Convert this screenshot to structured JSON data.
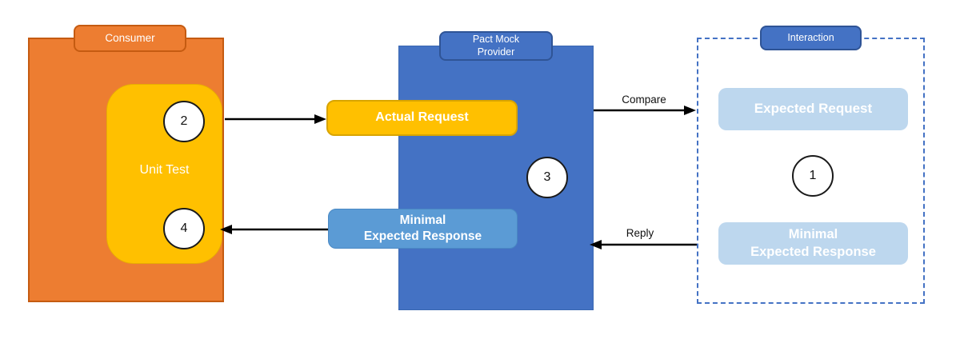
{
  "diagram": {
    "consumer": {
      "tab_label": "Consumer",
      "unit_test_label": "Unit Test",
      "step_top": "2",
      "step_bottom": "4"
    },
    "pact_mock_provider": {
      "tab_label_line1": "Pact Mock",
      "tab_label_line2": "Provider",
      "actual_request_label": "Actual Request",
      "minimal_expected_response_line1": "Minimal",
      "minimal_expected_response_line2": "Expected Response",
      "step": "3"
    },
    "interaction": {
      "tab_label": "Interaction",
      "expected_request_label": "Expected Request",
      "minimal_expected_response_line1": "Minimal",
      "minimal_expected_response_line2": "Expected Response",
      "step": "1"
    },
    "arrows": {
      "compare_label": "Compare",
      "reply_label": "Reply"
    },
    "colors": {
      "consumer_fill": "#ED7D31",
      "consumer_border": "#C55B11",
      "unit_test_fill": "#FFC000",
      "actual_request_fill": "#FFC000",
      "pact_fill": "#4472C4",
      "tab_blue_fill": "#4472C4",
      "tab_blue_border": "#2F5496",
      "mid_response_fill": "#5B9BD5",
      "light_blue_fill": "#BDD7EE",
      "interaction_dashed_border": "#4472C4",
      "arrow_color": "#000000",
      "text_on_fill": "#FFFFFF"
    }
  }
}
